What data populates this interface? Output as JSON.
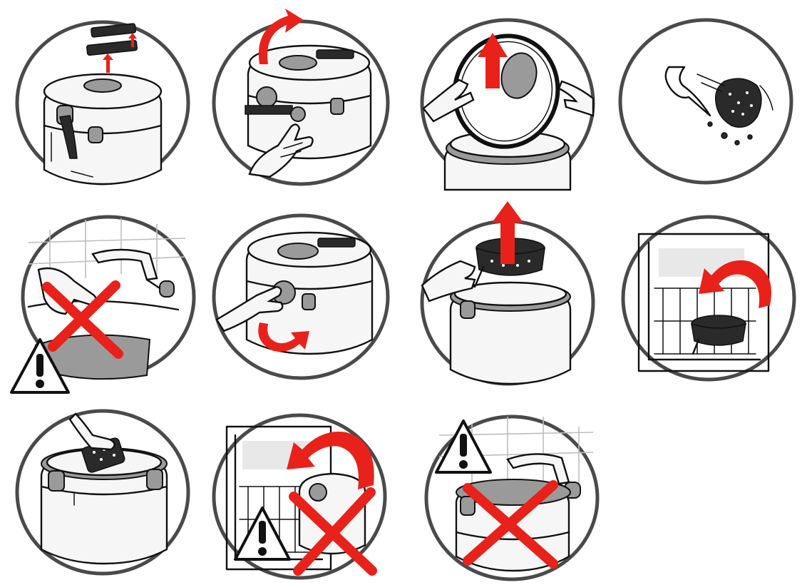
{
  "figure": {
    "accent_color": "#e8221b",
    "ink_color": "#111111",
    "ring_color": "#4a4a4a",
    "grey_color": "#9a9a9a"
  },
  "steps": [
    {
      "id": "step-1",
      "icons": [
        "lid-filter-cover-icon",
        "up-arrow-icon"
      ]
    },
    {
      "id": "step-2",
      "icons": [
        "rotate-lid-arrow-icon",
        "hand-icon",
        "lid-button-icon"
      ]
    },
    {
      "id": "step-3",
      "icons": [
        "lift-lid-arrow-icon",
        "hand-icon"
      ]
    },
    {
      "id": "step-4",
      "icons": [
        "discard-filter-icon"
      ]
    },
    {
      "id": "step-5",
      "icons": [
        "sink-tap-icon",
        "prohibited-x-icon",
        "warning-triangle-icon"
      ]
    },
    {
      "id": "step-6",
      "icons": [
        "hand-icon",
        "rotate-handle-arrow-icon"
      ]
    },
    {
      "id": "step-7",
      "icons": [
        "remove-basket-arrow-icon",
        "basket-icon"
      ]
    },
    {
      "id": "step-8",
      "icons": [
        "dishwasher-icon",
        "load-arrow-icon",
        "basket-icon"
      ]
    },
    {
      "id": "step-9",
      "icons": [
        "sponge-icon",
        "hand-icon"
      ]
    },
    {
      "id": "step-10",
      "icons": [
        "dishwasher-icon",
        "load-arrow-icon",
        "prohibited-x-icon",
        "warning-triangle-icon"
      ]
    },
    {
      "id": "step-11",
      "icons": [
        "sink-tap-icon",
        "prohibited-x-icon",
        "warning-triangle-icon"
      ]
    }
  ]
}
